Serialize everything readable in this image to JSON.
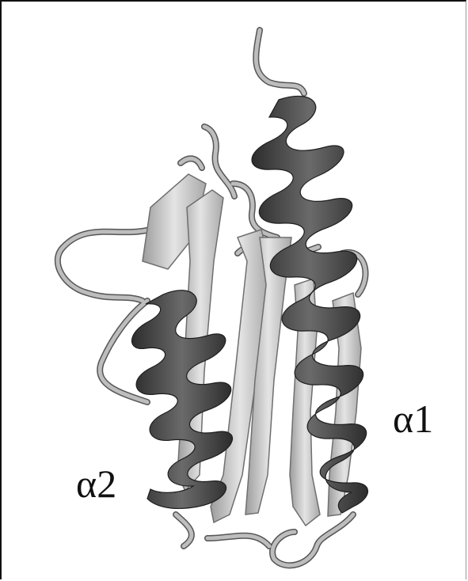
{
  "figure": {
    "type": "protein ribbon structure",
    "colors": {
      "helix": "#3a3a3a",
      "helix_highlight": "#6b6b6b",
      "sheet": "#c9c9c9",
      "sheet_shadow": "#9a9a9a",
      "coil": "#b3b3b3",
      "coil_edge": "#555555",
      "background": "#ffffff"
    }
  },
  "labels": {
    "alpha1": "α1",
    "alpha2": "α2"
  }
}
